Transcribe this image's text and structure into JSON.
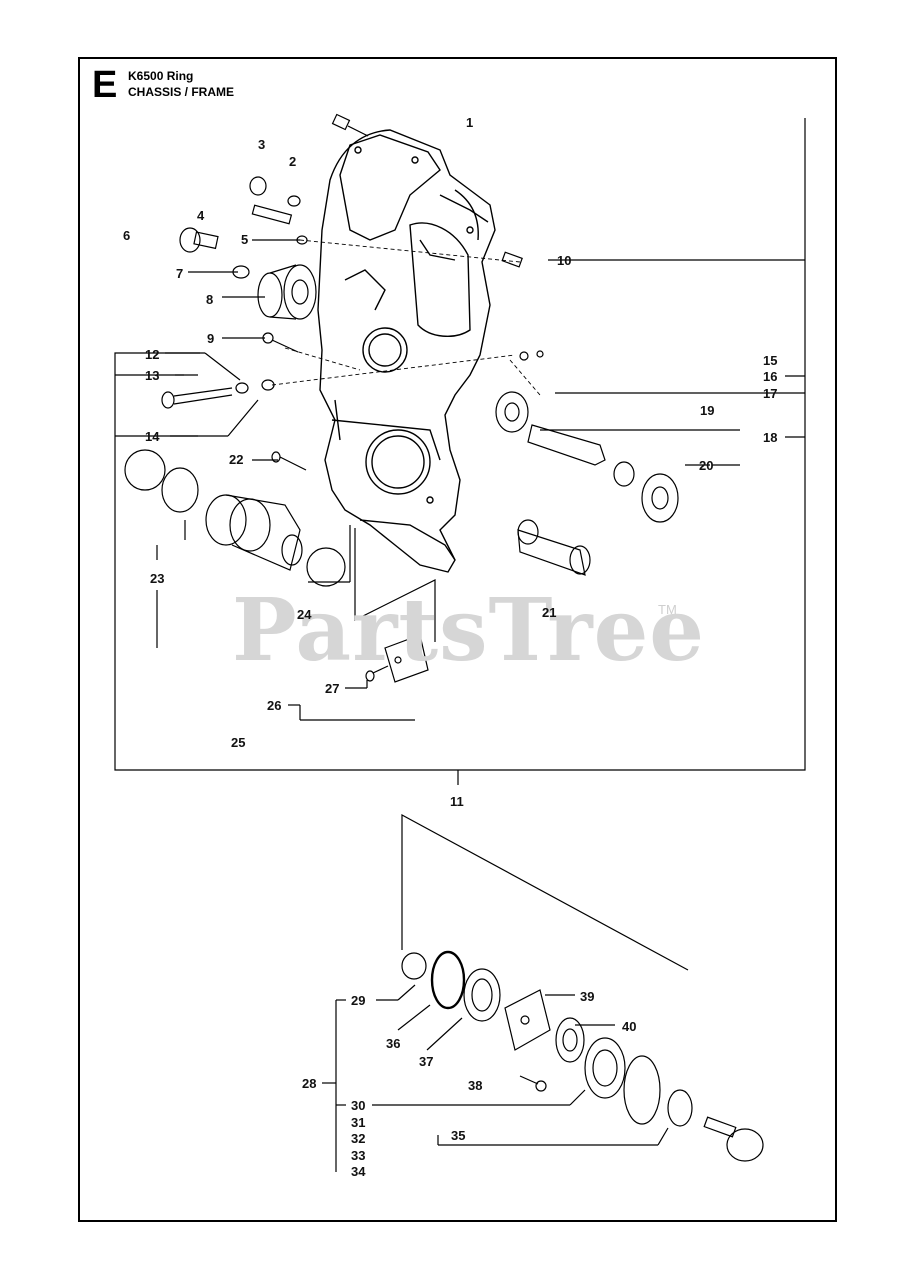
{
  "header": {
    "section_letter": "E",
    "model": "K6500 Ring",
    "title": "CHASSIS / FRAME"
  },
  "watermark": {
    "text": "PartsTree",
    "trademark": "TM"
  },
  "callouts": {
    "c1": "1",
    "c2": "2",
    "c3": "3",
    "c4": "4",
    "c5": "5",
    "c6": "6",
    "c7": "7",
    "c8": "8",
    "c9": "9",
    "c10": "10",
    "c11": "11",
    "c12": "12",
    "c13": "13",
    "c14": "14",
    "c15": "15",
    "c16": "16",
    "c17": "17",
    "c18": "18",
    "c19": "19",
    "c20": "20",
    "c21": "21",
    "c22": "22",
    "c23": "23",
    "c24": "24",
    "c25": "25",
    "c26": "26",
    "c27": "27",
    "c28": "28",
    "c29": "29",
    "c30": "30",
    "c31": "31",
    "c32": "32",
    "c33": "33",
    "c34": "34",
    "c35": "35",
    "c36": "36",
    "c37": "37",
    "c38": "38",
    "c39": "39",
    "c40": "40"
  },
  "colors": {
    "line": "#000000",
    "watermark": "#d6d6d6"
  }
}
